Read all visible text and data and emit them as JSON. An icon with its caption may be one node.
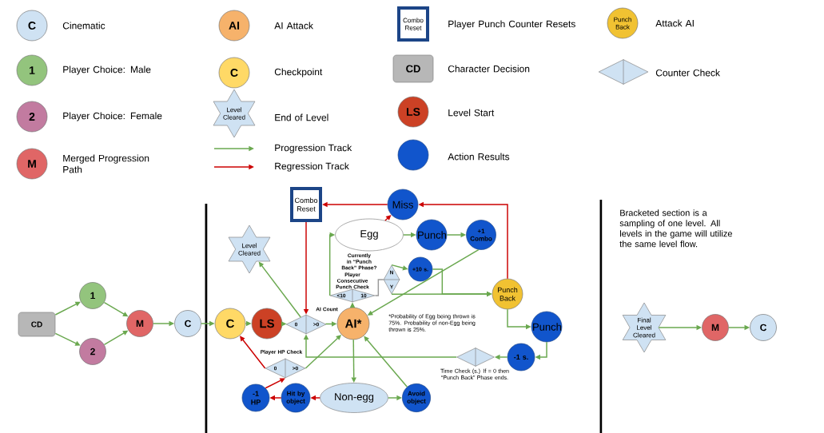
{
  "diagram": {
    "nodes": [
      {
        "text": [
          "C"
        ],
        "beside": [
          "Cinematic"
        ]
      },
      {
        "text": [
          "1"
        ],
        "beside": [
          "Player Choice: Male"
        ]
      },
      {
        "text": [
          "2"
        ],
        "beside": [
          "Player Choice: Female"
        ]
      },
      {
        "text": [
          "M"
        ],
        "beside": [
          "Merged Progression Path"
        ]
      },
      {
        "text": [
          "AI"
        ],
        "beside": [
          "AI Attack"
        ]
      },
      {
        "text": [
          "C"
        ],
        "beside": [
          "Checkpoint"
        ]
      },
      {
        "text": [
          "Level Cleared"
        ],
        "beside": [
          "End of Level"
        ]
      },
      {
        "text": [
          "Combo Reset"
        ],
        "beside": [
          "Player Punch Counter Resets"
        ]
      },
      {
        "text": [
          "CD"
        ],
        "beside": [
          "Character Decision"
        ]
      },
      {
        "text": [
          "LS"
        ],
        "beside": [
          "Level Start"
        ]
      },
      {
        "text": [],
        "shape": "circle",
        "beside": [
          "Action Results"
        ]
      },
      {
        "text": [
          "Punch Back"
        ],
        "beside": [
          "Attack AI"
        ]
      },
      {
        "text": [],
        "shape": "diamond",
        "beside": [
          "Counter Check"
        ]
      },
      {
        "text": [
          "CD"
        ]
      },
      {
        "text": [
          "1"
        ]
      },
      {
        "text": [
          "2"
        ]
      },
      {
        "text": [
          "M"
        ]
      },
      {
        "text": [
          "C"
        ]
      },
      {
        "text": [
          "C"
        ]
      },
      {
        "text": [
          "LS"
        ]
      },
      {
        "text": [
          "AI Count",
          "0",
          ">0"
        ]
      },
      {
        "text": [
          "AI*"
        ]
      },
      {
        "text": [
          "Level Cleared"
        ]
      },
      {
        "text": [
          "Combo Reset"
        ]
      },
      {
        "text": [
          "Miss"
        ]
      },
      {
        "text": [
          "Egg"
        ]
      },
      {
        "text": [
          "Punch"
        ]
      },
      {
        "text": [
          "+1 Combo"
        ]
      },
      {
        "text": [
          "Player Consecutive Punch Check",
          "<10",
          "10"
        ]
      },
      {
        "text": [
          "Currently in “Punch Back” Phase?",
          "N",
          "Y"
        ]
      },
      {
        "text": [
          "+10 s."
        ]
      },
      {
        "text": [
          "Punch Back"
        ]
      },
      {
        "text": [
          "Punch"
        ]
      },
      {
        "text": [
          "-1 s."
        ]
      },
      {
        "text": [
          "Time Check (s.) If = 0 then “Punch Back” Phase ends."
        ]
      },
      {
        "text": [
          "Player HP Check",
          "0",
          ">0"
        ]
      },
      {
        "text": [
          "-1 HP"
        ]
      },
      {
        "text": [
          "Hit by object"
        ]
      },
      {
        "text": [
          "Non-egg"
        ]
      },
      {
        "text": [
          "Avoid object"
        ]
      },
      {
        "text": [
          "Final Level Cleared"
        ]
      },
      {
        "text": [
          "M"
        ]
      },
      {
        "text": [
          "C"
        ]
      }
    ],
    "edges": [
      {
        "from": 13,
        "to": 14,
        "arrow": "to"
      },
      {
        "from": 13,
        "to": 15,
        "arrow": "to"
      },
      {
        "from": 14,
        "to": 16,
        "arrow": "to"
      },
      {
        "from": 15,
        "to": 16,
        "arrow": "to"
      },
      {
        "from": 16,
        "to": 17,
        "arrow": "to"
      },
      {
        "from": 17,
        "to": 18,
        "arrow": "to"
      },
      {
        "from": 18,
        "to": 19,
        "arrow": "to"
      },
      {
        "from": 19,
        "to": 20,
        "arrow": "to"
      },
      {
        "from": 20,
        "to": 21,
        "arrow": "to"
      },
      {
        "from": 20,
        "to": 22,
        "arrow": "to"
      },
      {
        "from": 23,
        "to": 20,
        "arrow": "to",
        "color": "#cc0000"
      },
      {
        "from": 24,
        "to": 23,
        "arrow": "to",
        "color": "#cc0000"
      },
      {
        "from": 31,
        "to": 24,
        "arrow": "to",
        "color": "#cc0000"
      },
      {
        "from": 25,
        "to": 24,
        "arrow": "to",
        "color": "#cc0000"
      },
      {
        "from": 25,
        "to": 26,
        "arrow": "to"
      },
      {
        "from": 26,
        "to": 27,
        "arrow": "to"
      },
      {
        "from": 27,
        "to": 21,
        "arrow": "to"
      },
      {
        "from": 21,
        "to": 28,
        "arrow": "to"
      },
      {
        "from": 28,
        "to": 25,
        "arrow": "to"
      },
      {
        "from": 28,
        "to": 29,
        "arrow": "none",
        "color": "#999999"
      },
      {
        "from": 29,
        "to": 30,
        "arrow": "to"
      },
      {
        "from": 29,
        "to": 31,
        "arrow": "to"
      },
      {
        "from": 30,
        "to": 31,
        "arrow": "to"
      },
      {
        "from": 31,
        "to": 32,
        "arrow": "to"
      },
      {
        "from": 32,
        "to": 33,
        "arrow": "to"
      },
      {
        "from": 33,
        "to": 34,
        "arrow": "to"
      },
      {
        "from": 34,
        "to": 20,
        "arrow": "to"
      },
      {
        "from": 35,
        "to": 18,
        "arrow": "to",
        "color": "#cc0000"
      },
      {
        "from": 35,
        "to": 21,
        "arrow": "to"
      },
      {
        "from": 36,
        "to": 35,
        "arrow": "to",
        "color": "#cc0000"
      },
      {
        "from": 37,
        "to": 36,
        "arrow": "to",
        "color": "#cc0000"
      },
      {
        "from": 38,
        "to": 37,
        "arrow": "to",
        "color": "#cc0000"
      },
      {
        "from": 38,
        "to": 39,
        "arrow": "to"
      },
      {
        "from": 21,
        "to": 38,
        "arrow": "to"
      },
      {
        "from": 39,
        "to": 21,
        "arrow": "to"
      },
      {
        "from": 40,
        "to": 41,
        "arrow": "to"
      },
      {
        "from": 41,
        "to": 42,
        "arrow": "to"
      }
    ],
    "labels": [
      "*Probability of Egg being thrown is 75%. Probability of non-Egg being thrown is 25%.",
      "Bracketed section is a sampling of one level. All levels in the game will utilize the same level flow."
    ],
    "legend": [
      {
        "text": "Progression Track"
      },
      {
        "text": "Regression Track"
      }
    ]
  }
}
